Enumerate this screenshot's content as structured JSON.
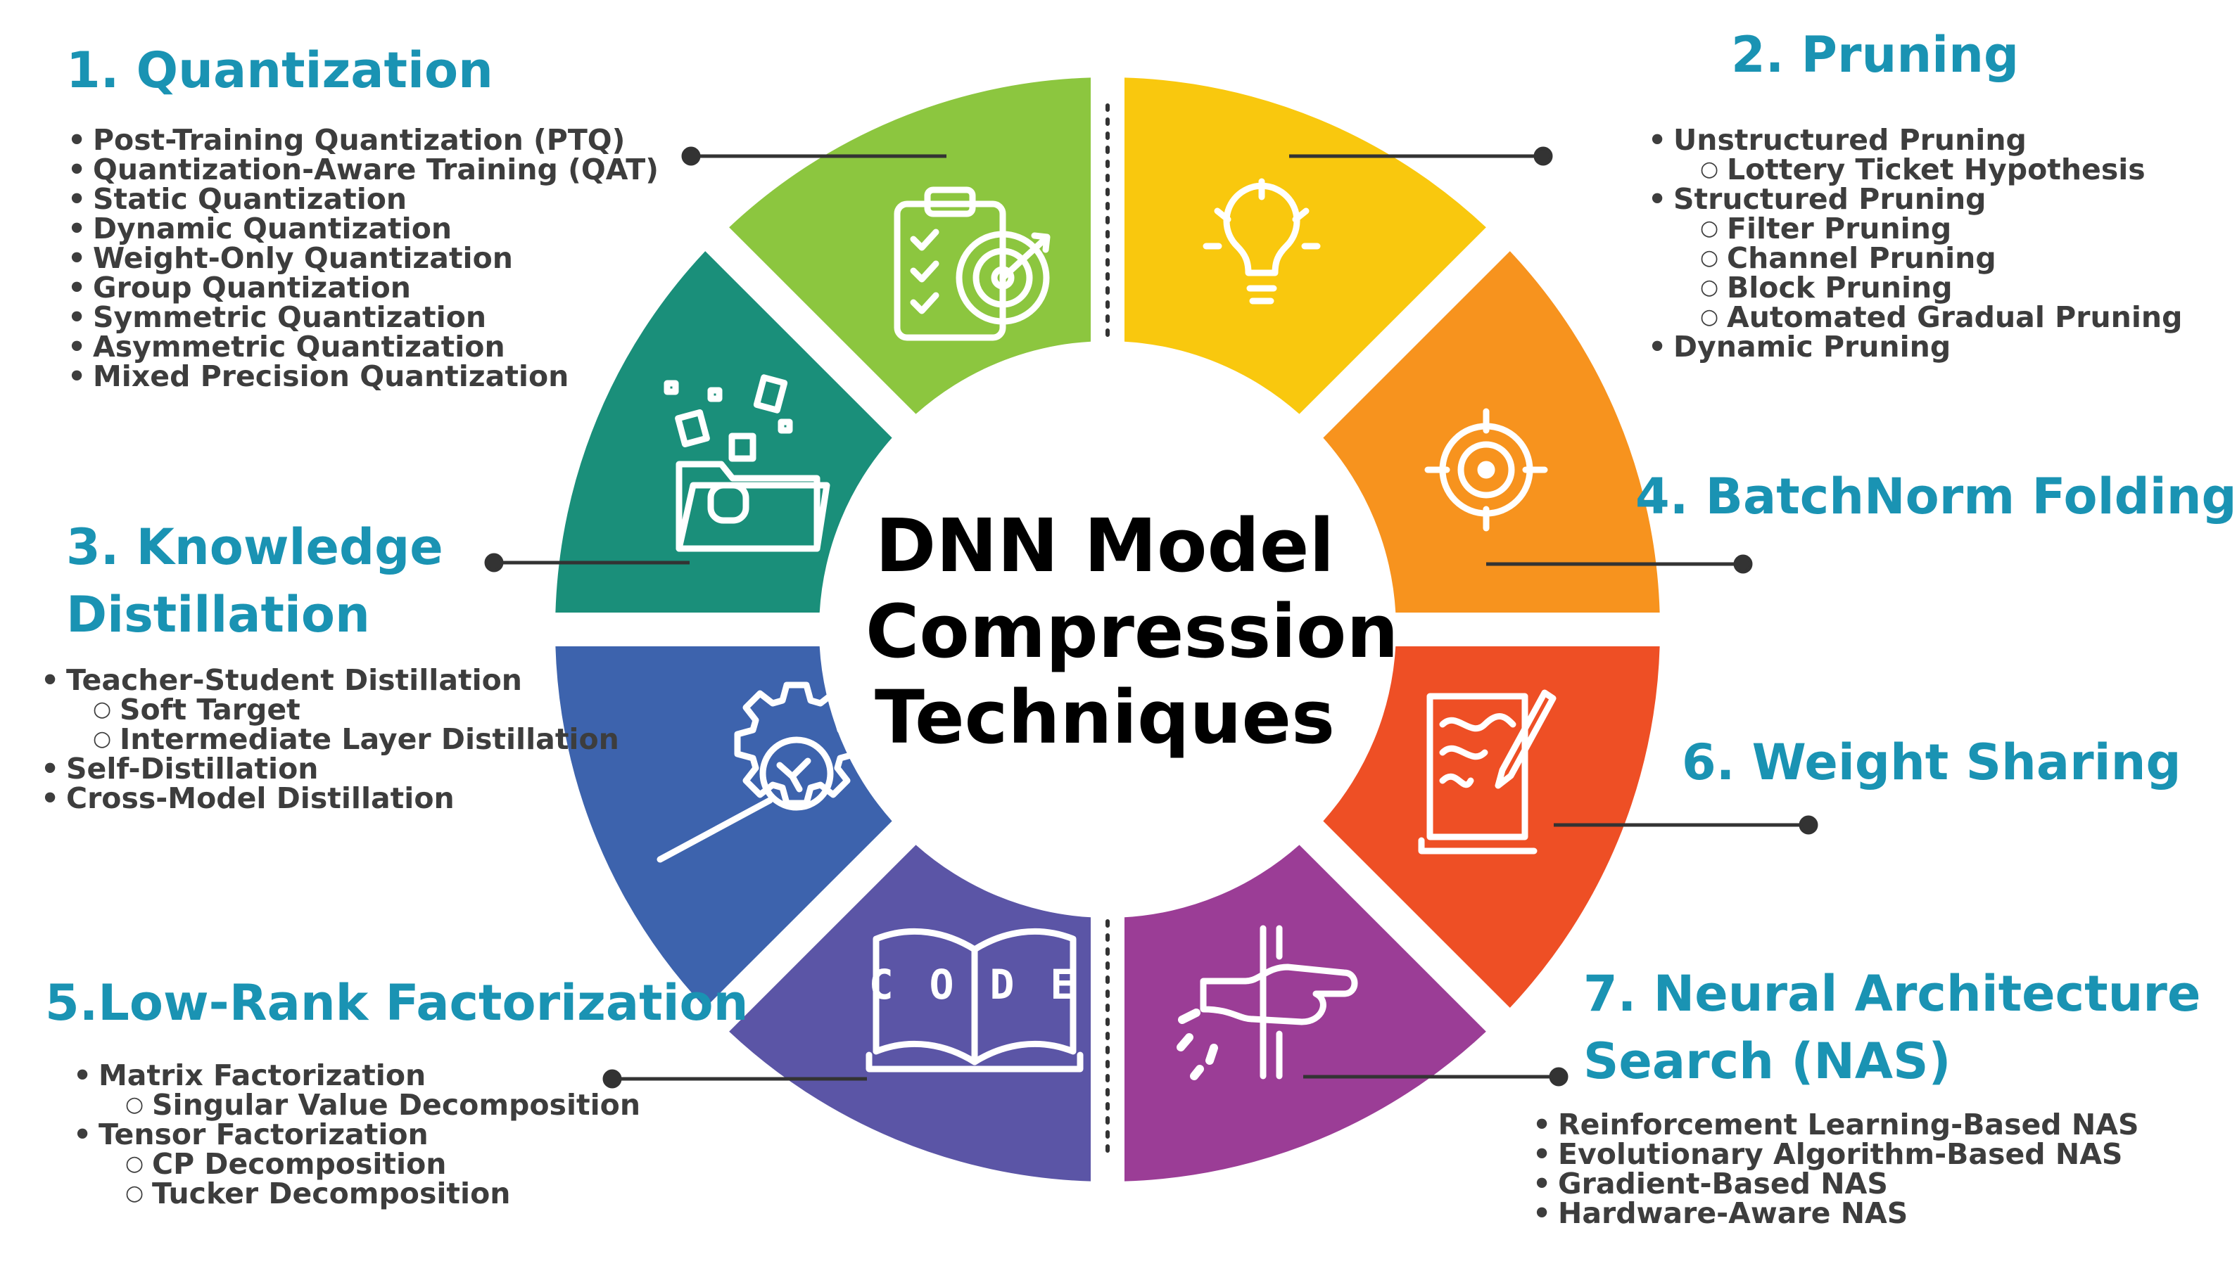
{
  "center_title": {
    "line1": "DNN Model",
    "line2": "Compression",
    "line3": "Techniques"
  },
  "sections": [
    {
      "id": "quantization",
      "title": "1. Quantization",
      "color": "#8cc63f",
      "icon": "clipboard-target-icon",
      "items": [
        {
          "text": "Post-Training Quantization (PTQ)",
          "level": 1
        },
        {
          "text": "Quantization-Aware Training (QAT)",
          "level": 1
        },
        {
          "text": "Static Quantization",
          "level": 1
        },
        {
          "text": "Dynamic Quantization",
          "level": 1
        },
        {
          "text": "Weight-Only Quantization",
          "level": 1
        },
        {
          "text": "Group Quantization",
          "level": 1
        },
        {
          "text": "Symmetric Quantization",
          "level": 1
        },
        {
          "text": "Asymmetric Quantization",
          "level": 1
        },
        {
          "text": "Mixed Precision Quantization",
          "level": 1
        }
      ]
    },
    {
      "id": "pruning",
      "title": "2. Pruning",
      "color": "#f9c80e",
      "icon": "lightbulb-icon",
      "items": [
        {
          "text": "Unstructured Pruning",
          "level": 1
        },
        {
          "text": "Lottery Ticket Hypothesis",
          "level": 2
        },
        {
          "text": "Structured Pruning",
          "level": 1
        },
        {
          "text": "Filter Pruning",
          "level": 2
        },
        {
          "text": "Channel Pruning",
          "level": 2
        },
        {
          "text": "Block Pruning",
          "level": 2
        },
        {
          "text": "Automated Gradual Pruning",
          "level": 2
        },
        {
          "text": "Dynamic Pruning",
          "level": 1
        }
      ]
    },
    {
      "id": "knowledge-distillation",
      "title_line1": "3. Knowledge",
      "title_line2": "Distillation",
      "color": "#1a8f7a",
      "icon": "folder-files-icon",
      "items": [
        {
          "text": "Teacher-Student Distillation",
          "level": 1
        },
        {
          "text": "Soft Target",
          "level": 2
        },
        {
          "text": "Intermediate Layer Distillation",
          "level": 2
        },
        {
          "text": "Self-Distillation",
          "level": 1
        },
        {
          "text": "Cross-Model Distillation",
          "level": 1
        }
      ]
    },
    {
      "id": "batchnorm-folding",
      "title": "4. BatchNorm Folding",
      "color": "#f7931e",
      "icon": "crosshair-icon",
      "items": []
    },
    {
      "id": "low-rank",
      "title": "5.Low-Rank Factorization",
      "color": "#5b55a6",
      "icon": "code-book-icon",
      "items": [
        {
          "text": "Matrix Factorization",
          "level": 1
        },
        {
          "text": "Singular Value Decomposition",
          "level": 2
        },
        {
          "text": "Tensor Factorization",
          "level": 1
        },
        {
          "text": "CP Decomposition",
          "level": 2
        },
        {
          "text": "Tucker Decomposition",
          "level": 2
        }
      ]
    },
    {
      "id": "weight-sharing",
      "title": "6. Weight Sharing",
      "color": "#ee4f25",
      "icon": "notebook-pen-icon",
      "items": []
    },
    {
      "id": "nas",
      "title_line1": "7. Neural Architecture",
      "title_line2": "Search (NAS)",
      "color": "#9b3d96",
      "icon": "hand-breaking-wall-icon",
      "items": [
        {
          "text": "Reinforcement Learning-Based NAS",
          "level": 1
        },
        {
          "text": "Evolutionary Algorithm-Based NAS",
          "level": 1
        },
        {
          "text": "Gradient-Based NAS",
          "level": 1
        },
        {
          "text": "Hardware-Aware NAS",
          "level": 1
        }
      ]
    },
    {
      "id": "gear-search",
      "color": "#3d63ad",
      "icon": "gear-search-icon"
    }
  ],
  "heading_color": "#1a93b3"
}
